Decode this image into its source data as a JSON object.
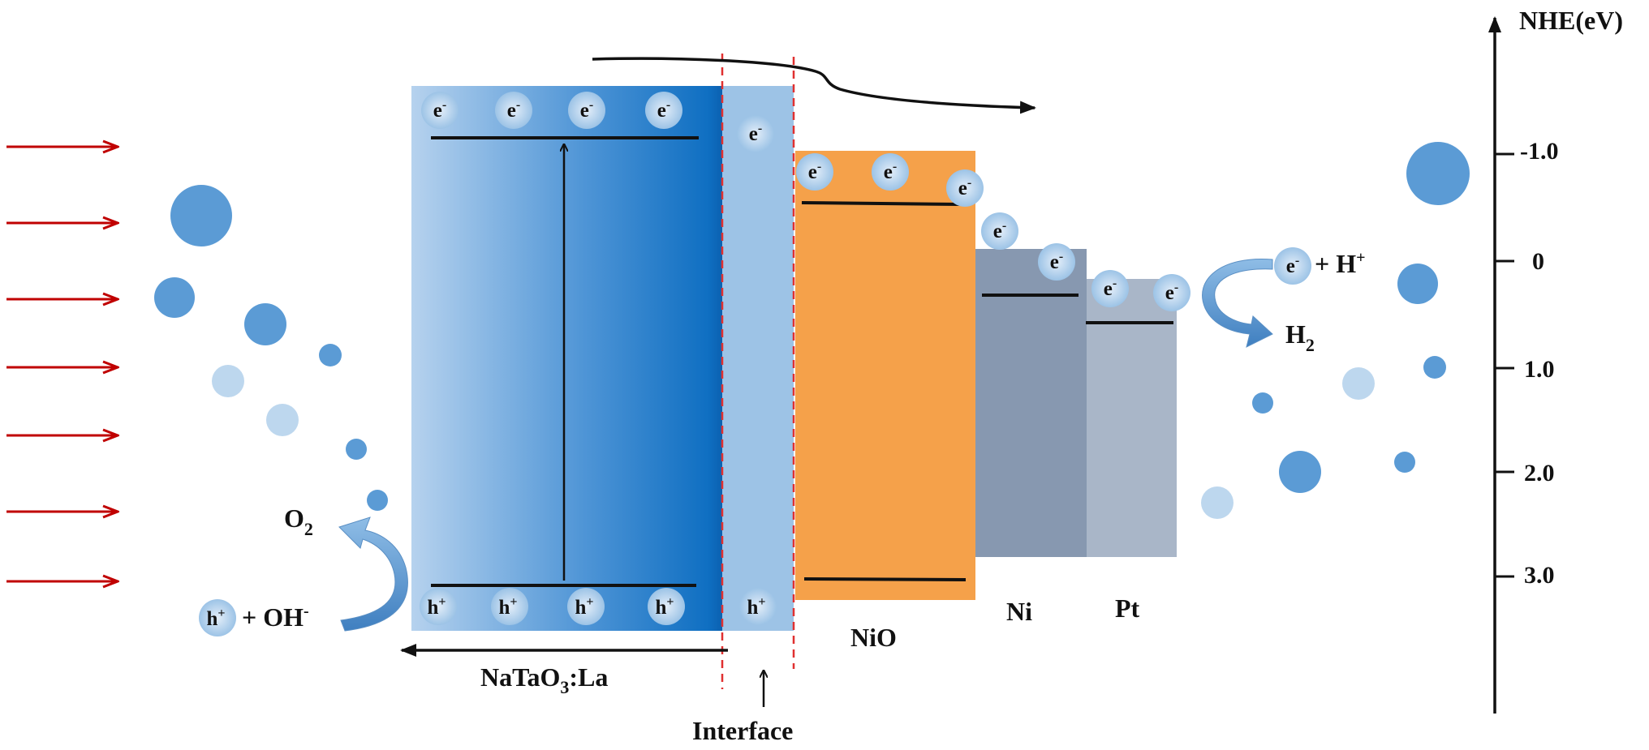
{
  "axis": {
    "label": "NHE(eV)",
    "ticks": [
      "-1.0",
      "0",
      "1.0",
      "2.0",
      "3.0"
    ]
  },
  "materials": {
    "nataO3": {
      "label_parts": [
        "NaTaO",
        "3",
        ":La"
      ]
    },
    "nio": {
      "label": "NiO",
      "color": "#f5a14a"
    },
    "ni": {
      "label": "Ni",
      "color": "#8798b0"
    },
    "pt": {
      "label": "Pt",
      "color": "#a9b6c8"
    }
  },
  "interface_label": "Interface",
  "electron": {
    "base": "e",
    "sup": "-"
  },
  "hole": {
    "base": "h",
    "sup": "+"
  },
  "reactions": {
    "oxidation": {
      "product": "O",
      "product_sub": "2",
      "reactant_text": "+ OH",
      "reactant_sup": "-"
    },
    "reduction": {
      "product": "H",
      "product_sub": "2",
      "reactant_text": "+ H",
      "reactant_sup": "+"
    }
  },
  "colors": {
    "light_arrow": "#c00000",
    "bubble_dark": "#5b9bd5",
    "bubble_light": "#bdd7ee",
    "band_gradient_start": "#b4d0ee",
    "band_gradient_end": "#1070c4",
    "interface_dash": "#e03030"
  }
}
